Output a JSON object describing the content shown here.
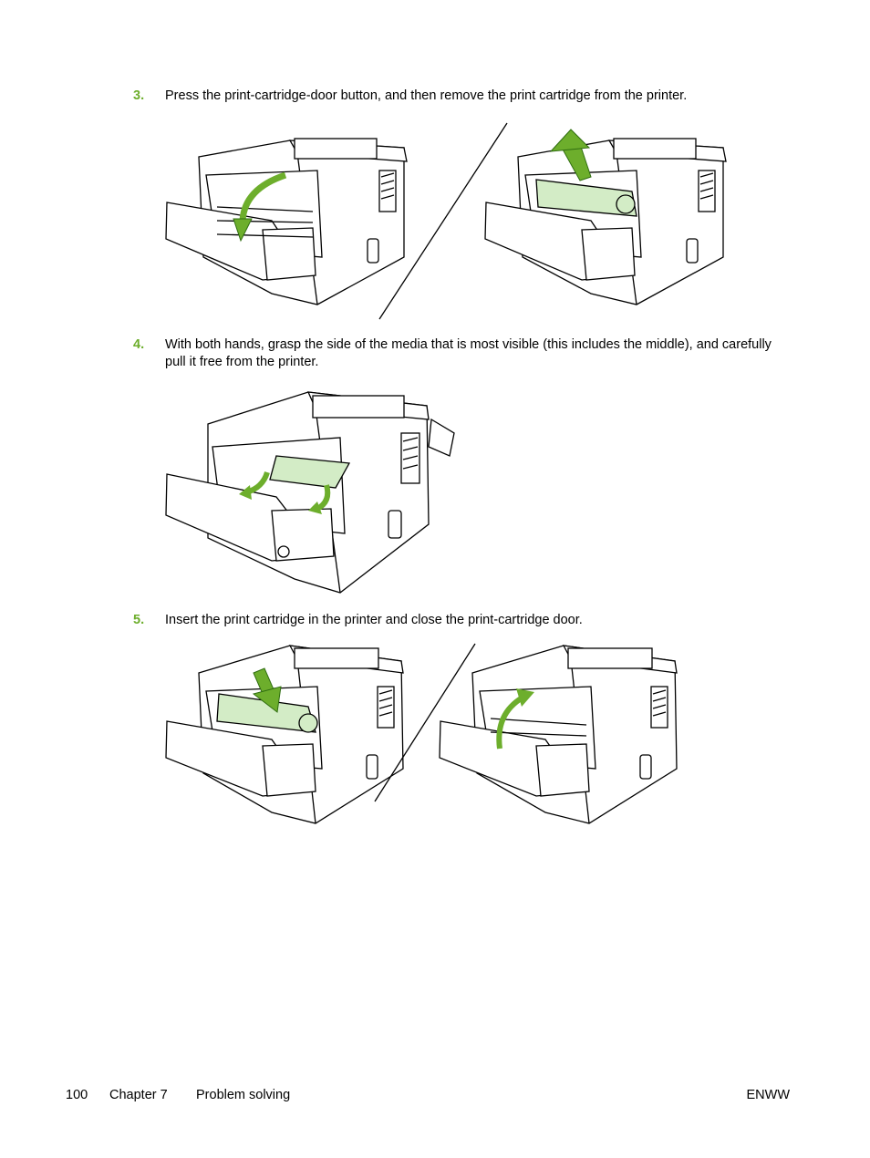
{
  "steps": [
    {
      "number": "3.",
      "text": "Press the print-cartridge-door button, and then remove the print cartridge from the printer."
    },
    {
      "number": "4.",
      "text": "With both hands, grasp the side of the media that is most visible (this includes the middle), and carefully pull it free from the printer."
    },
    {
      "number": "5.",
      "text": "Insert the print cartridge in the printer and close the print-cartridge door."
    }
  ],
  "footer": {
    "page": "100",
    "chapter": "Chapter 7",
    "section": "Problem solving",
    "right": "ENWW"
  },
  "colors": {
    "step_number": "#6dae2c",
    "arrow": "#6dae2c",
    "media": "#d3ecc6"
  }
}
